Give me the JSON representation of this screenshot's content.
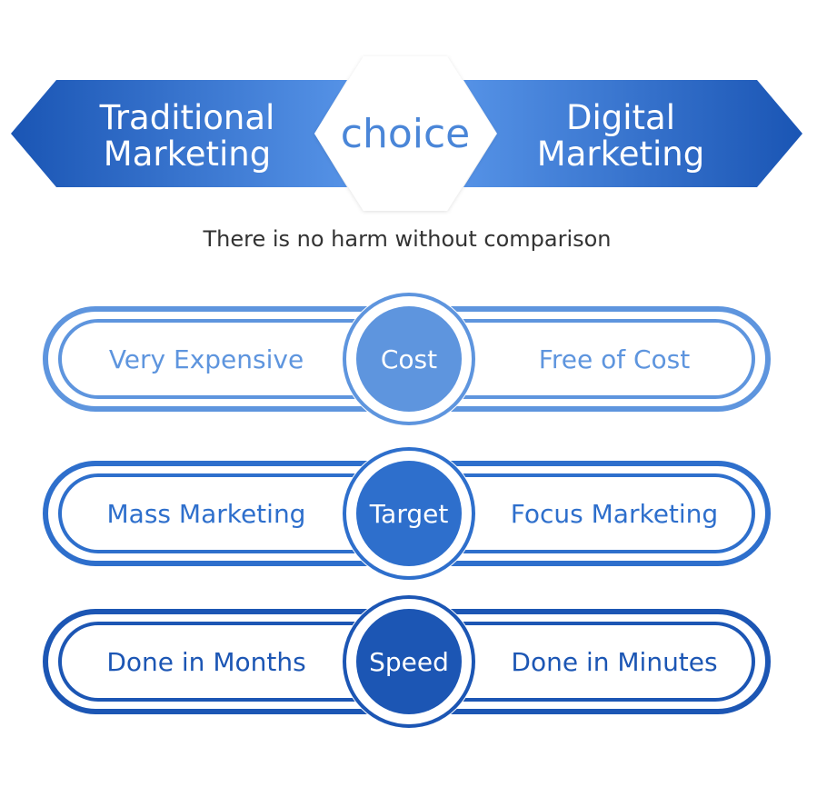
{
  "header": {
    "left_line1": "Traditional",
    "left_line2": "Marketing",
    "center": "choice",
    "right_line1": "Digital",
    "right_line2": "Marketing",
    "subtitle": "There is no harm without comparison"
  },
  "rows": [
    {
      "left": "Very Expensive",
      "center": "Cost",
      "right": "Free of Cost",
      "color": "#5e95de"
    },
    {
      "left": "Mass Marketing",
      "center": "Target",
      "right": "Focus Marketing",
      "color": "#2e6fcc"
    },
    {
      "left": "Done in Months",
      "center": "Speed",
      "right": "Done in Minutes",
      "color": "#1c56b4"
    }
  ],
  "colors": {
    "arrow_dark": "#1a55b4",
    "arrow_light": "#5592e6",
    "hexagon_text": "#4a86d8",
    "subtitle_text": "#333333"
  }
}
